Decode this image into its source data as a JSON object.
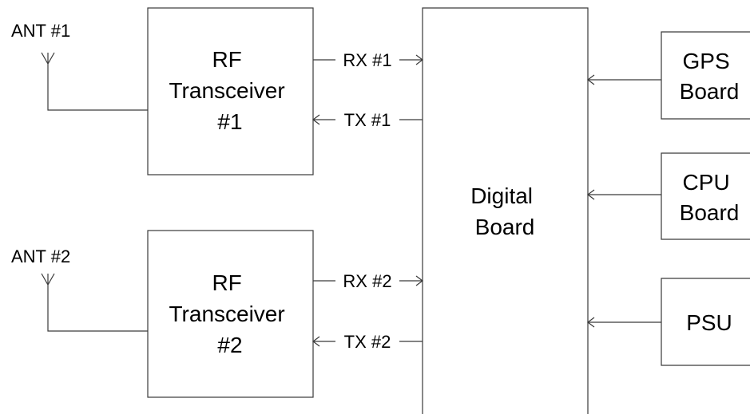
{
  "antennas": [
    {
      "label": "ANT #1"
    },
    {
      "label": "ANT #2"
    }
  ],
  "transceivers": [
    {
      "lines": [
        "RF",
        "Transceiver",
        "#1"
      ],
      "rx_label": "RX #1",
      "tx_label": "TX #1"
    },
    {
      "lines": [
        "RF",
        "Transceiver",
        "#2"
      ],
      "rx_label": "RX #2",
      "tx_label": "TX #2"
    }
  ],
  "digital_board": {
    "lines": [
      "Digital",
      "Board"
    ]
  },
  "peripherals": [
    {
      "lines": [
        "GPS",
        "Board"
      ]
    },
    {
      "lines": [
        "CPU",
        "Board"
      ]
    },
    {
      "lines": [
        "PSU"
      ]
    }
  ]
}
